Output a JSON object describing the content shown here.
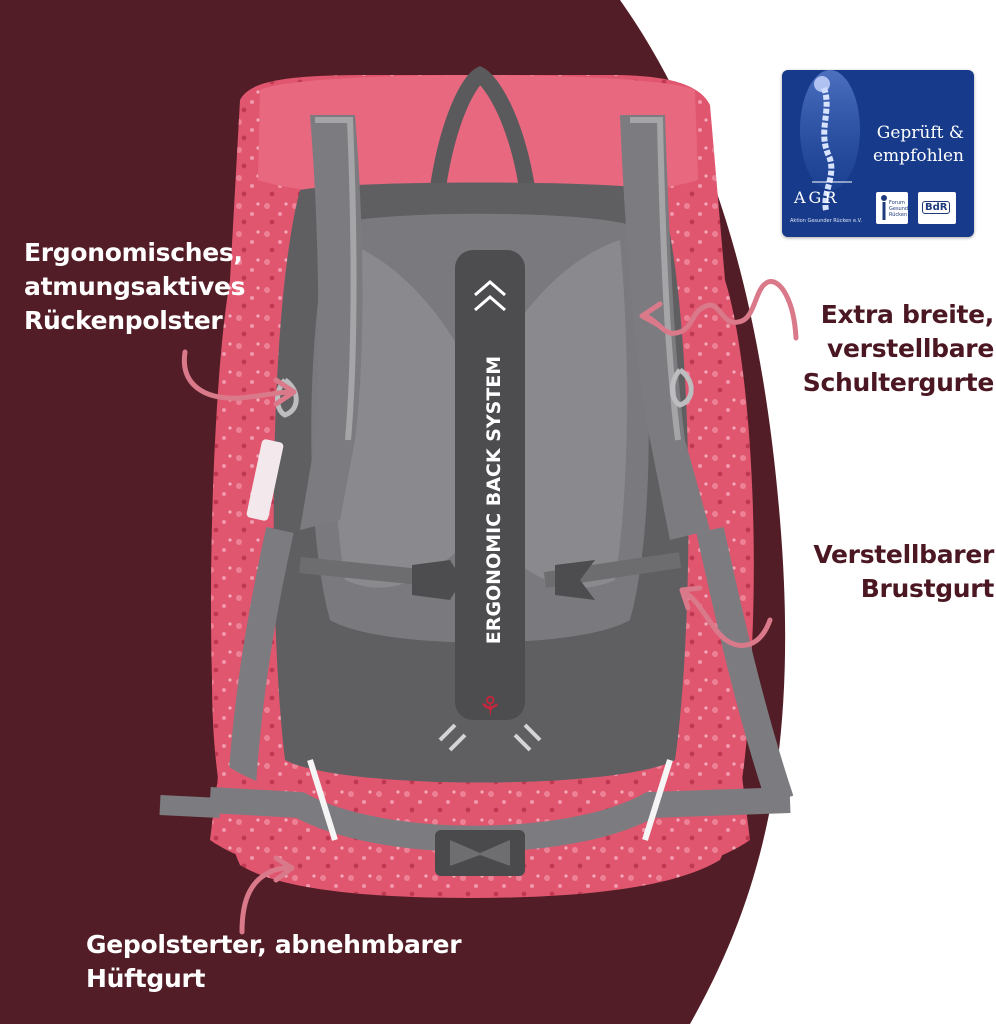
{
  "labels": {
    "back_padding": [
      "Ergonomisches,",
      "atmungsaktives",
      "Rückenpolster"
    ],
    "shoulder_straps": [
      "Extra breite,",
      "verstellbare",
      "Schultergurte"
    ],
    "chest_strap": [
      "Verstellbarer",
      "Brustgurt"
    ],
    "hip_belt": [
      "Gepolsterter, abnehmbarer",
      "Hüftgurt"
    ]
  },
  "badge": {
    "headline": [
      "Geprüft &",
      "empfohlen"
    ],
    "logo": "AGR",
    "subtitle": "Aktion Gesunder Rücken e.V.",
    "forum_logo": [
      "Forum",
      "Gesunder",
      "Rücken"
    ],
    "bdr_logo": "BdR"
  },
  "product": {
    "back_system_text": "ERGONOMIC BACK SYSTEM"
  },
  "colors": {
    "maroon_background": "#521d26",
    "label_text_right": "#4a1722",
    "arrow_pink": "#d9798a",
    "backpack_pink": "#e0566f",
    "back_panel_gray": "#5f5f62",
    "badge_blue": "#173b8a"
  }
}
